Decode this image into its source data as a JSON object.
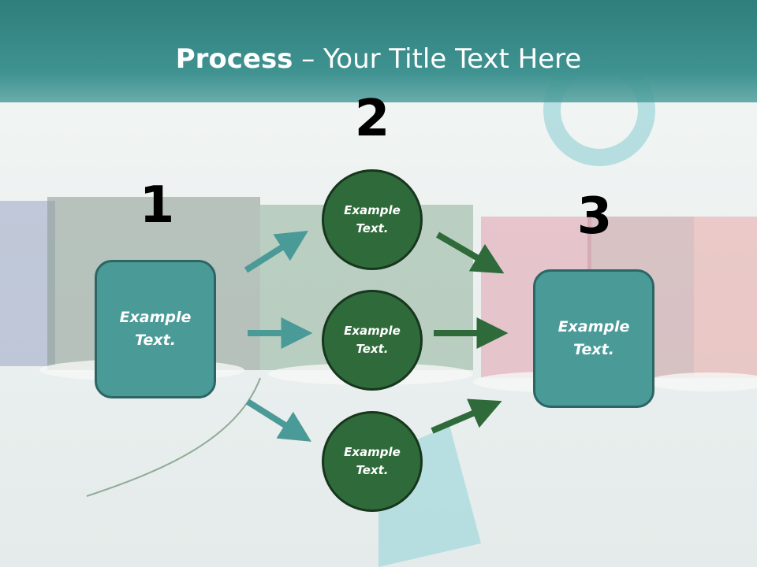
{
  "slide": {
    "title_bold": "Process",
    "title_rest": " – Your Title Text Here"
  },
  "steps": [
    {
      "number": "1"
    },
    {
      "number": "2"
    },
    {
      "number": "3"
    }
  ],
  "left_box": {
    "text": "Example\nText."
  },
  "circles": [
    {
      "text": "Example\nText."
    },
    {
      "text": "Example\nText."
    },
    {
      "text": "Example\nText."
    }
  ],
  "right_box": {
    "text": "Example\nText."
  },
  "colors": {
    "header": "#3e9290",
    "box_fill": "#4a9a98",
    "circle_fill": "#2f6a3a",
    "left_arrows": "#4a9a98",
    "right_arrows": "#2f6a3a"
  }
}
